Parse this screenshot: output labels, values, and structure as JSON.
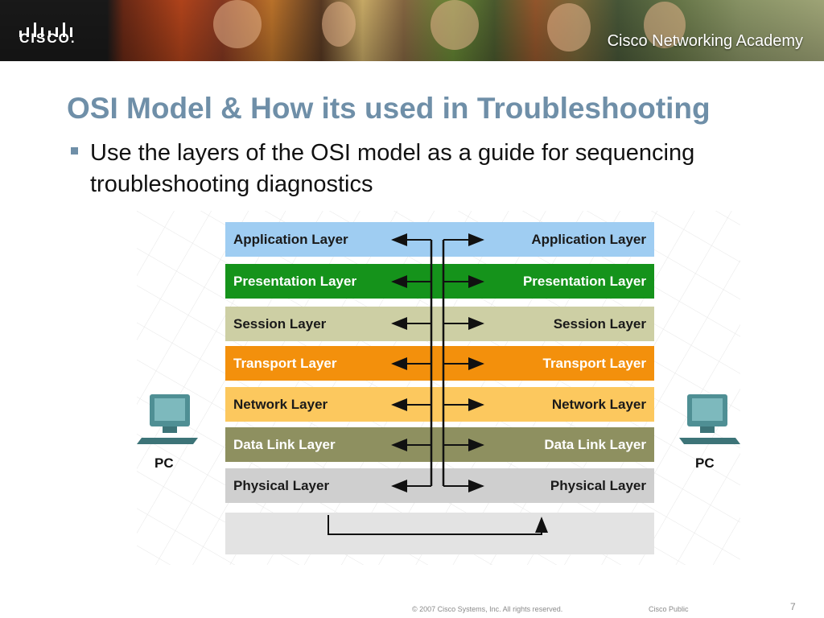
{
  "header": {
    "brand": "CISCO.",
    "academy": "Cisco Networking Academy"
  },
  "slide": {
    "title": "OSI Model & How its used in Troubleshooting",
    "bullet": "Use the layers of the OSI model as a guide for sequencing troubleshooting diagnostics"
  },
  "diagram": {
    "layers": [
      {
        "label": "Application Layer",
        "color": "#9fcdf2",
        "text_color": "#1a1a1a"
      },
      {
        "label": "Presentation Layer",
        "color": "#15931b",
        "text_color": "#ffffff"
      },
      {
        "label": "Session Layer",
        "color": "#cdcfa4",
        "text_color": "#1a1a1a"
      },
      {
        "label": "Transport Layer",
        "color": "#f3900c",
        "text_color": "#ffffff"
      },
      {
        "label": "Network Layer",
        "color": "#fcc85e",
        "text_color": "#1a1a1a"
      },
      {
        "label": "Data Link Layer",
        "color": "#8e9060",
        "text_color": "#ffffff"
      },
      {
        "label": "Physical Layer",
        "color": "#cfcfcf",
        "text_color": "#1a1a1a"
      }
    ],
    "pc_left": "PC",
    "pc_right": "PC"
  },
  "footer": {
    "copyright": "© 2007 Cisco Systems, Inc. All rights reserved.",
    "classification": "Cisco Public",
    "page_number": "7"
  }
}
